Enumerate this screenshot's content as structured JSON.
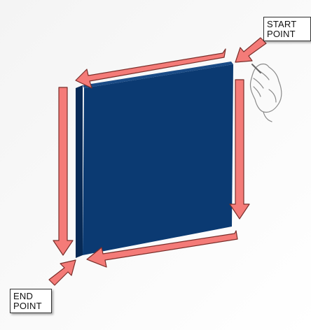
{
  "labels": {
    "start_line1": "START",
    "start_line2": "POINT",
    "end_line1": "END",
    "end_line2": "POINT"
  },
  "colors": {
    "panel_front": "#0b3a72",
    "panel_edge": "#072a56",
    "arrow_fill": "#f47b78",
    "arrow_stroke": "#7a2e2a",
    "background": "#ffffff"
  },
  "icons": {
    "hand": "hand-holding-tool-icon"
  }
}
